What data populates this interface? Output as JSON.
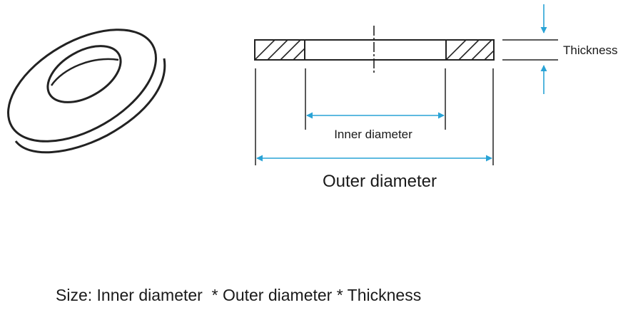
{
  "labels": {
    "thickness": "Thickness",
    "inner_diameter": "Inner diameter",
    "outer_diameter": "Outer diameter",
    "size_caption": "Size: Inner diameter  * Outer diameter * Thickness"
  },
  "colors": {
    "line": "#222222",
    "dimension_arrow": "#29a3d6",
    "text": "#1a1a1a",
    "background": "#ffffff"
  }
}
